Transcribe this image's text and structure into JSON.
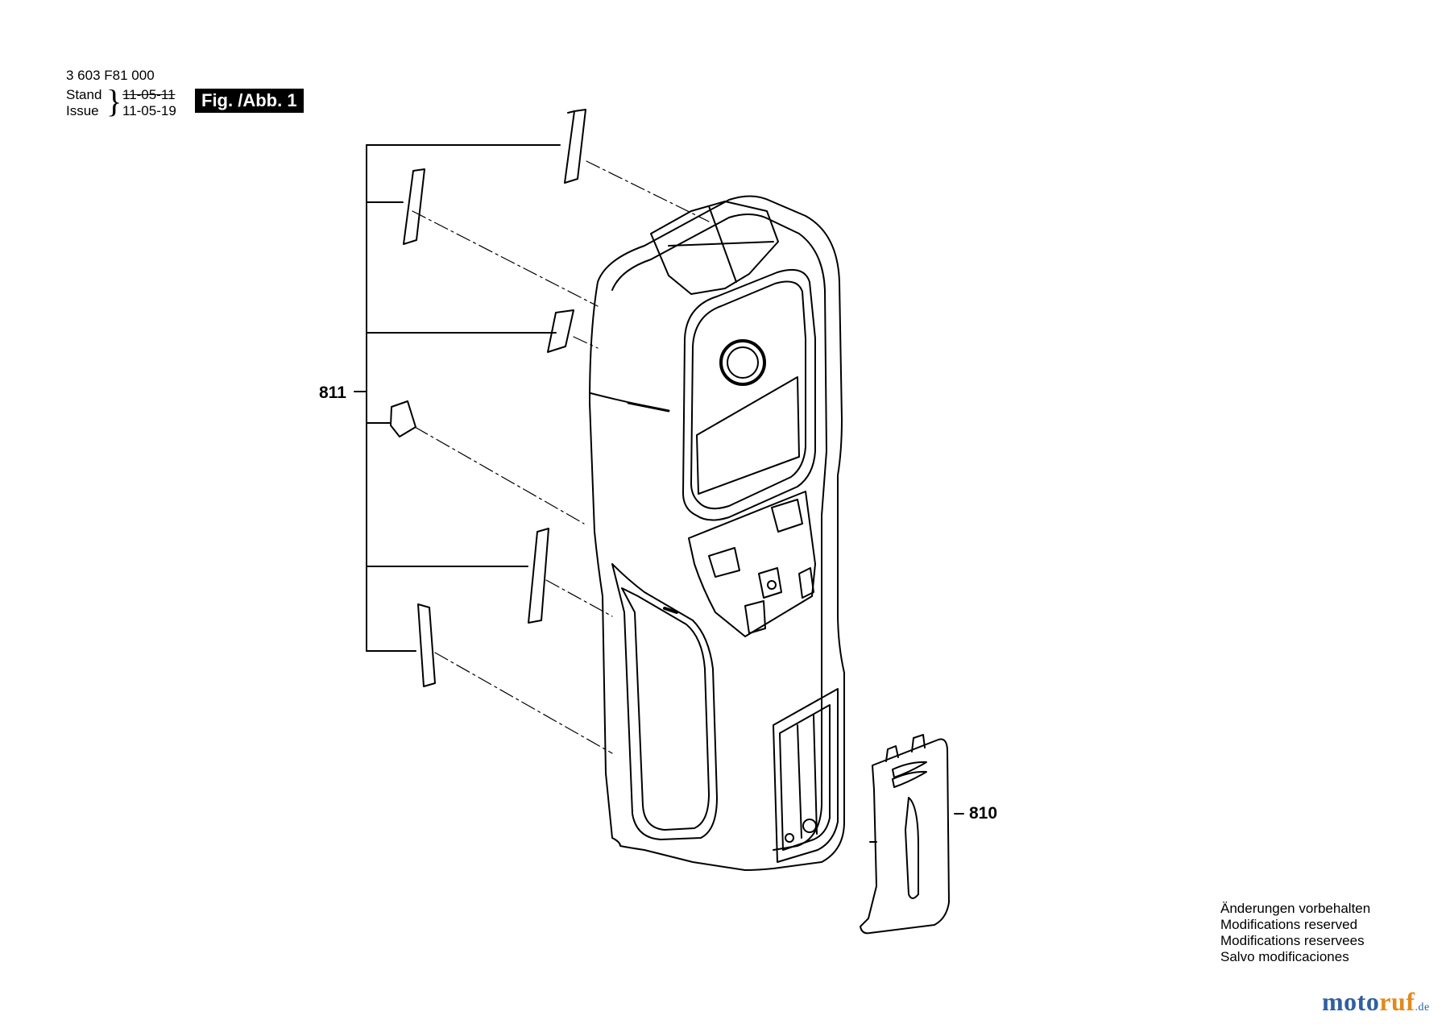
{
  "header": {
    "part_number": "3 603 F81 000",
    "stand_label": "Stand",
    "issue_label": "Issue",
    "date_old": "11-05-11",
    "date_new": "11-05-19",
    "figure_badge": "Fig. /Abb. 1"
  },
  "callouts": {
    "c811": "811",
    "c810": "810"
  },
  "notes": [
    "Änderungen vorbehalten",
    "Modifications reserved",
    "Modifications reservees",
    "Salvo modificaciones"
  ],
  "brand": {
    "part1": "moto",
    "part2": "ruf",
    "tld": ".de"
  },
  "colors": {
    "line": "#000000",
    "brand_blue": "#2f5fa3",
    "brand_orange": "#e08a1e"
  }
}
